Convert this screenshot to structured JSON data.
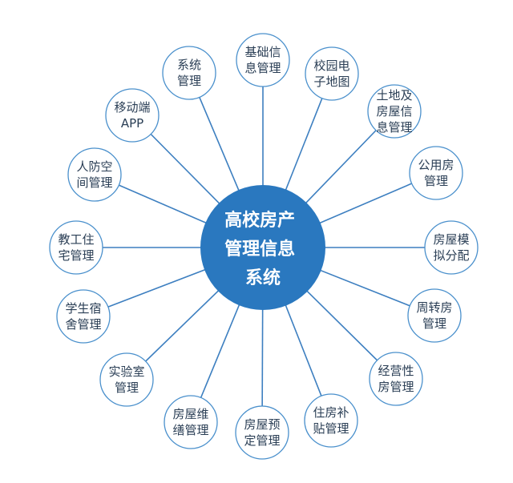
{
  "center": {
    "lines": [
      "高校房产",
      "管理信息",
      "系统"
    ]
  },
  "modules": [
    {
      "lines": [
        "基础信",
        "息管理"
      ]
    },
    {
      "lines": [
        "校园电",
        "子地图"
      ]
    },
    {
      "lines": [
        "土地及",
        "房屋信",
        "息管理"
      ]
    },
    {
      "lines": [
        "公用房",
        "管理"
      ]
    },
    {
      "lines": [
        "房屋模",
        "拟分配"
      ]
    },
    {
      "lines": [
        "周转房",
        "管理"
      ]
    },
    {
      "lines": [
        "经营性",
        "房管理"
      ]
    },
    {
      "lines": [
        "住房补",
        "贴管理"
      ]
    },
    {
      "lines": [
        "房屋预",
        "定管理"
      ]
    },
    {
      "lines": [
        "房屋维",
        "缮管理"
      ]
    },
    {
      "lines": [
        "实验室",
        "管理"
      ]
    },
    {
      "lines": [
        "学生宿",
        "舍管理"
      ]
    },
    {
      "lines": [
        "教工住",
        "宅管理"
      ]
    },
    {
      "lines": [
        "人防空",
        "间管理"
      ]
    },
    {
      "lines": [
        "移动端",
        "APP"
      ]
    },
    {
      "lines": [
        "系统",
        "管理"
      ]
    }
  ],
  "colors": {
    "center_fill": "#2a78bf",
    "node_stroke": "#4a90cc",
    "line": "#3d7fc0",
    "node_text": "#2a3e55"
  }
}
